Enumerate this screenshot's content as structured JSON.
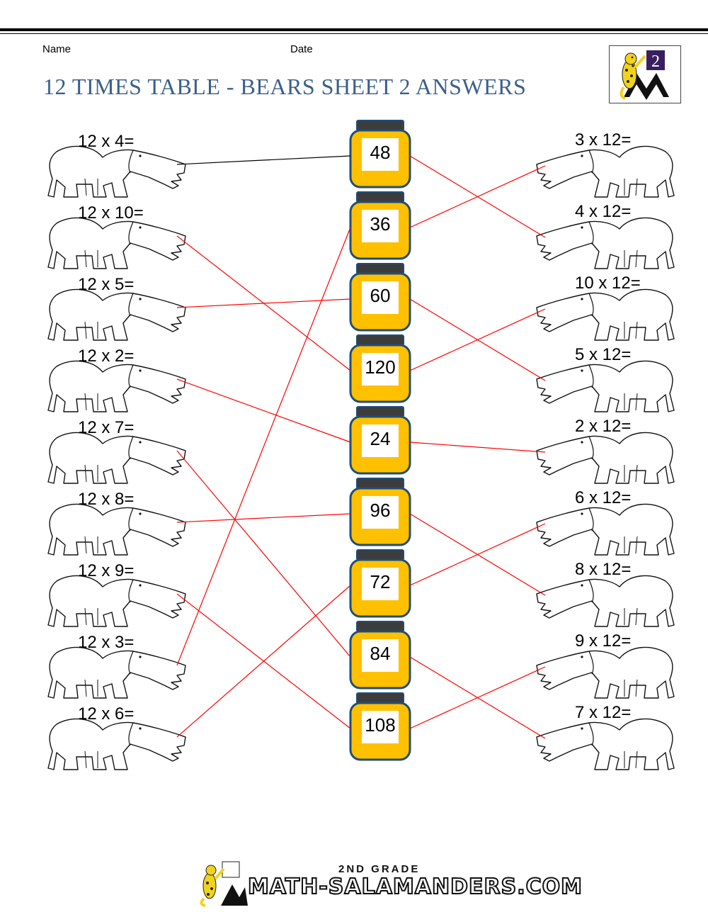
{
  "header": {
    "name_label": "Name",
    "date_label": "Date",
    "grade_badge": "2"
  },
  "title": "12 TIMES TABLE - BEARS SHEET 2 ANSWERS",
  "left_equations": [
    "12 x 4=",
    "12 x 10=",
    "12 x 5=",
    "12 x 2=",
    "12 x 7=",
    "12 x 8=",
    "12 x 9=",
    "12 x 3=",
    "12 x 6="
  ],
  "jar_values": [
    "48",
    "36",
    "60",
    "120",
    "24",
    "96",
    "72",
    "84",
    "108"
  ],
  "right_equations": [
    "3 x 12=",
    "4 x 12=",
    "10 x 12=",
    "5 x 12=",
    "2 x 12=",
    "6 x 12=",
    "8 x 12=",
    "9 x 12=",
    "7 x 12="
  ],
  "left_matches": [
    0,
    3,
    2,
    4,
    7,
    5,
    8,
    1,
    6
  ],
  "right_matches": [
    1,
    0,
    3,
    2,
    4,
    6,
    5,
    8,
    7
  ],
  "colors": {
    "title": "#3b5f8c",
    "jar_fill": "#ffc000",
    "jar_border": "#1f4e79",
    "jar_lid": "#3c3c3c",
    "answer_line": "#ff0000",
    "example_line": "#000000"
  },
  "footer": {
    "grade": "2ND GRADE",
    "site": "MATH-SALAMANDERS.COM"
  }
}
